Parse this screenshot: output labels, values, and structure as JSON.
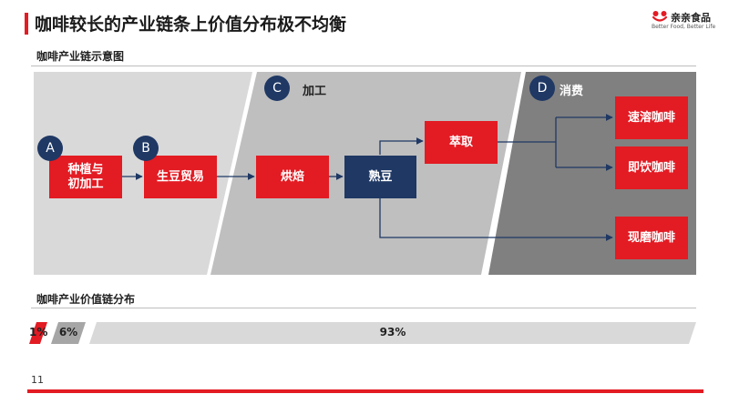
{
  "title": "咖啡较长的产业链条上价值分布极不均衡",
  "logo": {
    "name": "亲亲食品",
    "tagline": "Better Food, Better Life"
  },
  "section1": "咖啡产业链示意图",
  "section2": "咖啡产业价值链分布",
  "zones": [
    {
      "letter": "C",
      "label": "加工"
    },
    {
      "letter": "D",
      "label": "消费"
    }
  ],
  "steps": {
    "a_letter": "A",
    "b_letter": "B",
    "planting": "种植与\n初加工",
    "trade": "生豆贸易",
    "roasting": "烘焙",
    "roasted": "熟豆",
    "extract": "萃取",
    "instant": "速溶咖啡",
    "rtd": "即饮咖啡",
    "fresh": "现磨咖啡"
  },
  "distribution": [
    {
      "label": "1%",
      "value": 1,
      "color": "#e31b23"
    },
    {
      "label": "6%",
      "value": 6,
      "color": "#a6a6a6"
    },
    {
      "label": "93%",
      "value": 93,
      "color": "#d9d9d9"
    }
  ],
  "page_number": "11",
  "colors": {
    "accent": "#e31b23",
    "navy": "#1f3864"
  }
}
